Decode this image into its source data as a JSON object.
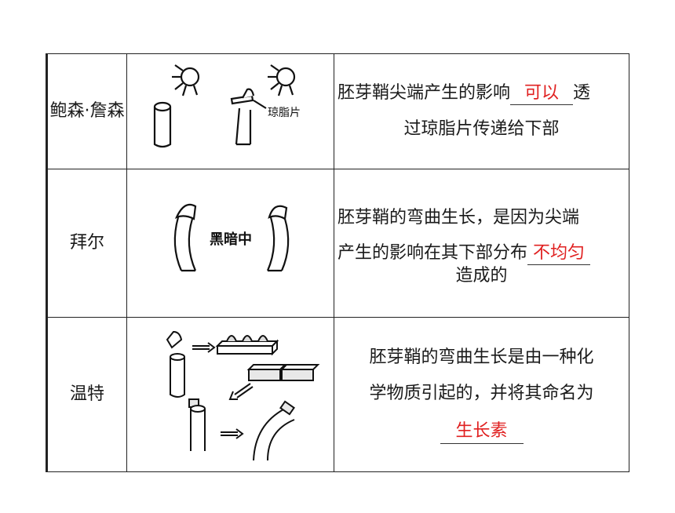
{
  "rows": [
    {
      "scientist": "鲍森·詹森",
      "figure_label": "琼脂片",
      "desc_before": "胚芽鞘尖端产生的影响",
      "answer": "可以",
      "desc_after_1": "透",
      "desc_after_2": "过琼脂片传递给下部"
    },
    {
      "scientist": "拜尔",
      "figure_label": "黑暗中",
      "desc_1": "胚芽鞘的弯曲生长，是因为尖端",
      "desc_2": "产生的影响在其下部分布",
      "answer": "不均匀",
      "desc_3": "造成的"
    },
    {
      "scientist": "温特",
      "desc_1": "胚芽鞘的弯曲生长是由一种化",
      "desc_2": "学物质引起的，并将其命名为",
      "answer": "生长素"
    }
  ],
  "colors": {
    "answer": "#e02020",
    "border": "#222222"
  }
}
